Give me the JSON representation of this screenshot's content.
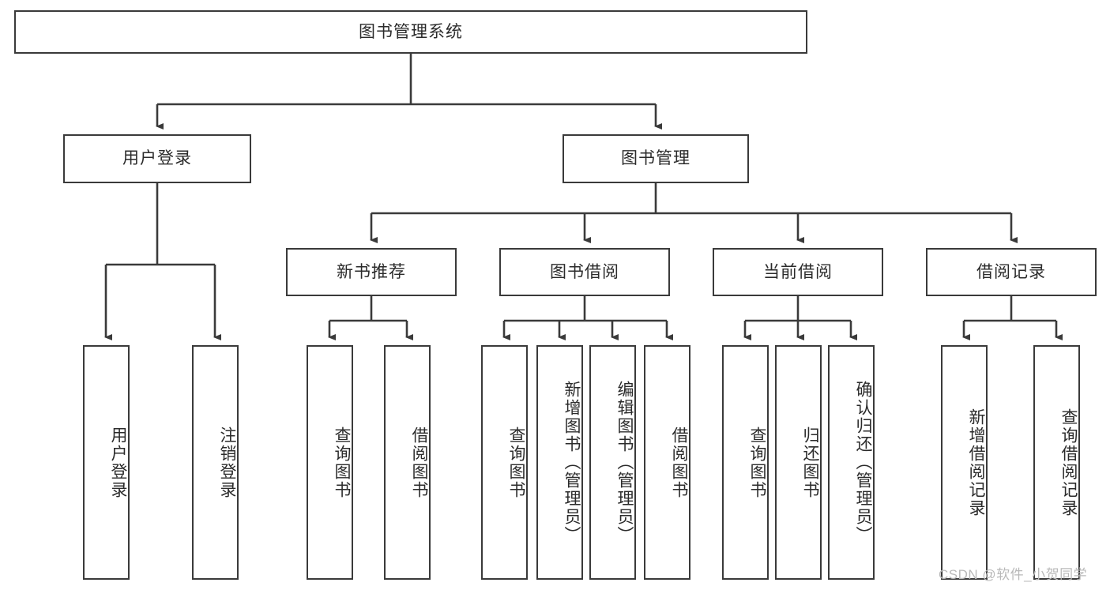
{
  "diagram": {
    "title": "图书管理系统",
    "type": "tree",
    "orientation": "top-down",
    "root": {
      "id": "root",
      "label": "图书管理系统",
      "text_direction": "horizontal"
    },
    "level2": [
      {
        "id": "user-login",
        "label": "用户登录",
        "text_direction": "horizontal"
      },
      {
        "id": "book-management",
        "label": "图书管理",
        "text_direction": "horizontal"
      }
    ],
    "level3": [
      {
        "id": "new-book-recommend",
        "label": "新书推荐",
        "parent": "book-management",
        "text_direction": "horizontal"
      },
      {
        "id": "book-borrow",
        "label": "图书借阅",
        "parent": "book-management",
        "text_direction": "horizontal"
      },
      {
        "id": "current-borrow",
        "label": "当前借阅",
        "parent": "book-management",
        "text_direction": "horizontal"
      },
      {
        "id": "borrow-record",
        "label": "借阅记录",
        "parent": "book-management",
        "text_direction": "horizontal"
      }
    ],
    "leaves": [
      {
        "id": "leaf-user-login",
        "label": "用户登录",
        "parent": "user-login",
        "text_direction": "vertical"
      },
      {
        "id": "leaf-logout-login",
        "label": "注销登录",
        "parent": "user-login",
        "text_direction": "vertical"
      },
      {
        "id": "leaf-query-book-1",
        "label": "查询图书",
        "parent": "new-book-recommend",
        "text_direction": "vertical"
      },
      {
        "id": "leaf-borrow-book-1",
        "label": "借阅图书",
        "parent": "new-book-recommend",
        "text_direction": "vertical"
      },
      {
        "id": "leaf-query-book-2",
        "label": "查询图书",
        "parent": "book-borrow",
        "text_direction": "vertical"
      },
      {
        "id": "leaf-add-book",
        "label": "新增图书（管理员）",
        "parent": "book-borrow",
        "text_direction": "vertical"
      },
      {
        "id": "leaf-edit-book",
        "label": "编辑图书（管理员）",
        "parent": "book-borrow",
        "text_direction": "vertical"
      },
      {
        "id": "leaf-borrow-book-2",
        "label": "借阅图书",
        "parent": "book-borrow",
        "text_direction": "vertical"
      },
      {
        "id": "leaf-query-book-3",
        "label": "查询图书",
        "parent": "current-borrow",
        "text_direction": "vertical"
      },
      {
        "id": "leaf-return-book",
        "label": "归还图书",
        "parent": "current-borrow",
        "text_direction": "vertical"
      },
      {
        "id": "leaf-confirm-return",
        "label": "确认归还（管理员）",
        "parent": "current-borrow",
        "text_direction": "vertical"
      },
      {
        "id": "leaf-add-record",
        "label": "新增借阅记录",
        "parent": "borrow-record",
        "text_direction": "vertical"
      },
      {
        "id": "leaf-query-record",
        "label": "查询借阅记录",
        "parent": "borrow-record",
        "text_direction": "vertical"
      }
    ],
    "colors": {
      "box_border": "#3a3a3a",
      "box_fill": "#ffffff",
      "connector": "#3a3a3a",
      "text": "#2b2b2b",
      "watermark": "#b9b9b9",
      "canvas": "#ffffff"
    }
  },
  "watermark": {
    "text": "CSDN @软件_小贺同学"
  }
}
